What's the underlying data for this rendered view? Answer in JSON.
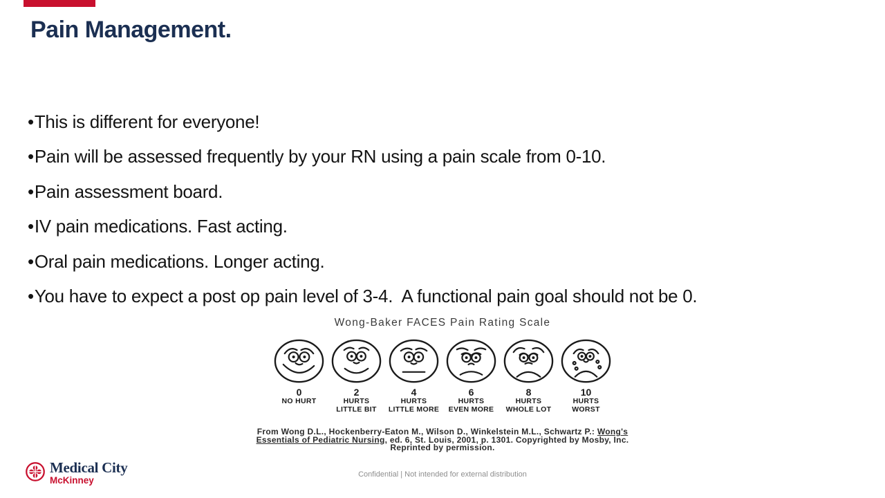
{
  "slide_title": "Pain Management.",
  "bullet_char": "•",
  "bullets": [
    "This is different for everyone!",
    "Pain will be assessed frequently by your RN using a pain scale from 0-10.",
    "Pain assessment board.",
    "IV pain medications. Fast acting.",
    "Oral pain medications. Longer acting.",
    "You have to expect a post op pain level of 3-4.  A functional pain goal should not be 0."
  ],
  "pain_scale": {
    "title": "Wong-Baker FACES Pain Rating Scale",
    "faces": [
      {
        "value": "0",
        "label1": "NO HURT",
        "label2": ""
      },
      {
        "value": "2",
        "label1": "HURTS",
        "label2": "LITTLE BIT"
      },
      {
        "value": "4",
        "label1": "HURTS",
        "label2": "LITTLE MORE"
      },
      {
        "value": "6",
        "label1": "HURTS",
        "label2": "EVEN MORE"
      },
      {
        "value": "8",
        "label1": "HURTS",
        "label2": "WHOLE LOT"
      },
      {
        "value": "10",
        "label1": "HURTS",
        "label2": "WORST"
      }
    ],
    "citation": {
      "line1_text": "From Wong D.L., Hockenberry-Eaton M., Wilson D., Winkelstein M.L., Schwartz P.: ",
      "line1_underlined": "Wong's",
      "line2_underlined": "Essentials of Pediatric Nursing",
      "line2_text": ", ed. 6, St. Louis, 2001, p. 1301. Copyrighted by Mosby, Inc.",
      "line3_text": "Reprinted by permission."
    }
  },
  "logo": {
    "brand": "Medical City",
    "location": "McKinney"
  },
  "footer_text": "Confidential | Not intended for external distribution",
  "colors": {
    "accent_red": "#C8102E",
    "navy": "#1B2F52",
    "text_black": "#141414",
    "footer_gray": "#8E8E8E"
  }
}
